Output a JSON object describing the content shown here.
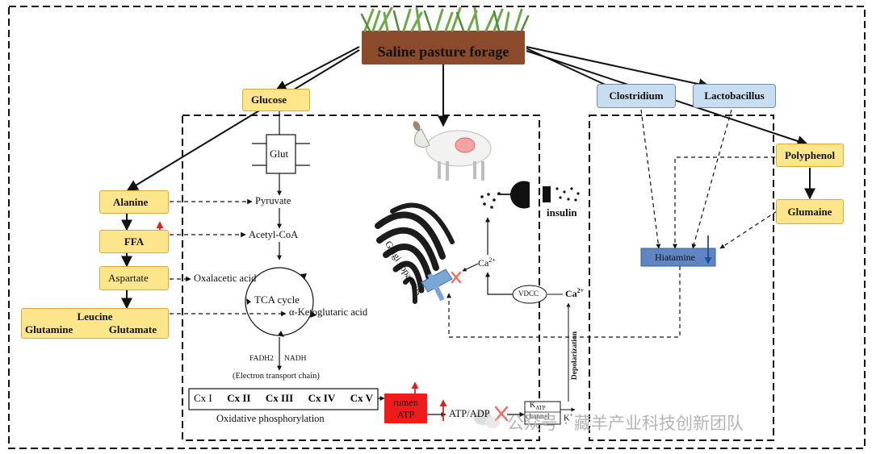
{
  "colors": {
    "yellow_fill": "#fde58c",
    "yellow_border": "#d9a93a",
    "blue_fill": "#c8ddef",
    "blue_border": "#6f8eae",
    "histamine_fill": "#5f86c2",
    "rumen_atp_fill": "#ee1c1c",
    "soil_brown": "#8b4a2b",
    "arrow_red": "#e02020",
    "down_arrow_blue": "#1f4fa0"
  },
  "title": "Saline pasture forage",
  "left": {
    "glucose": "Glucose",
    "alanine": "Alanine",
    "ffa": "FFA",
    "aspartate": "Aspartate",
    "leucine": "Leucine",
    "glutamine": "Glutamine",
    "glutamate": "Glutamate"
  },
  "center": {
    "glut": "Glut",
    "pyruvate": "Pyruvate",
    "acetyl_coa": "Acetyl-CoA",
    "oxalacetic": "Oxalacetic acid",
    "tca": "TCA cycle",
    "ketoglutaric": "α-Ketoglutaric acid",
    "fadh2": "FADH2",
    "nadh": "NADH",
    "etc": "(Electron transport chain)",
    "oxphos": "Oxidative phosphorylation",
    "complexes": [
      "Cx I",
      "Cx II",
      "Cx III",
      "Cx IV",
      "Cx V"
    ],
    "rumen_atp_line1": "rumen",
    "rumen_atp_line2": "ATP",
    "atp_adp": "ATP/ADP",
    "katp_k": "K",
    "katp_sub": "ATP",
    "katp_channel": "channel",
    "k_out": "K",
    "k_out_sup": "+",
    "golgi": "Golgi apparatus",
    "ca_inner": "Ca",
    "ca_inner_sup": "2+",
    "vdcc": "VDCC",
    "ca_outer": "Ca",
    "ca_outer_sup": "2+",
    "insulin": "insulin",
    "depolarization": "Depolarization"
  },
  "right": {
    "clostridium": "Clostridium",
    "lactobacillus": "Lactobacillus",
    "polyphenol": "Polyphenol",
    "glumaine": "Glumaine",
    "histamine": "Hiatamine"
  },
  "watermark": "公众号 · 藏羊产业科技创新团队",
  "icons": [
    "grass-icon",
    "sheep-icon",
    "golgi-icon",
    "insulin-secretion-icon",
    "blocked-x-icon",
    "up-arrow-icon",
    "down-arrow-icon",
    "wechat-icon"
  ]
}
